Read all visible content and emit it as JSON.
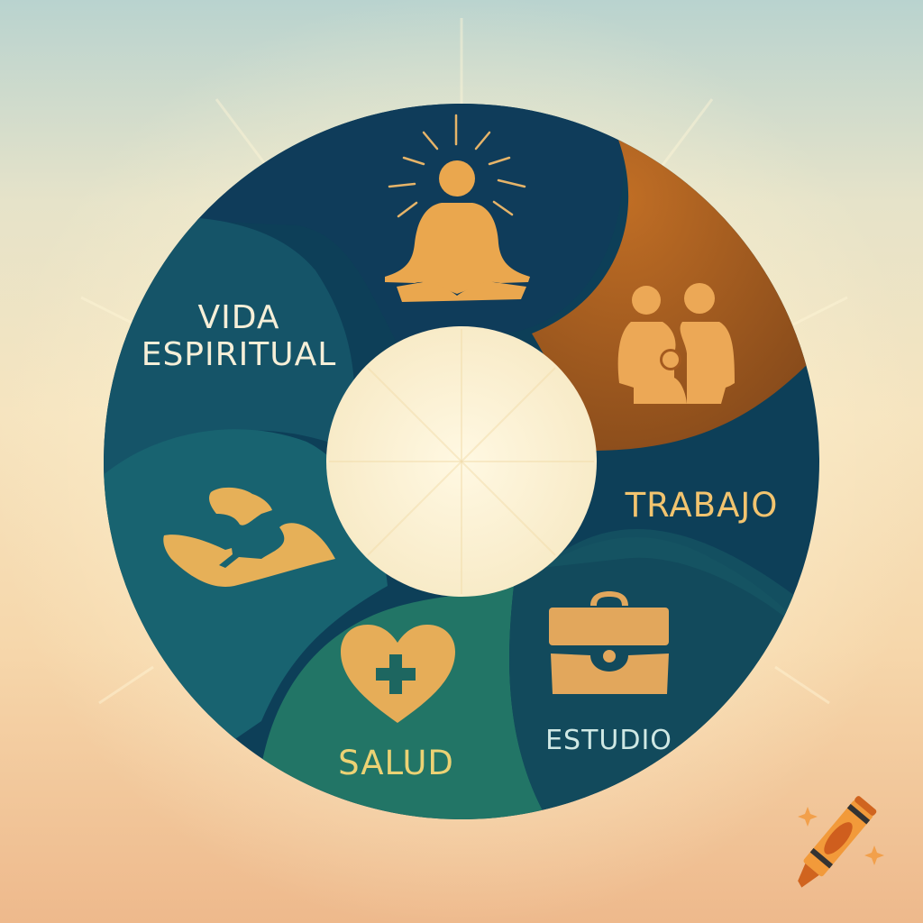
{
  "diagram": {
    "type": "ring-segments",
    "title": "",
    "segments": [
      {
        "id": "vida-espiritual",
        "label_line1": "VIDA",
        "label_line2": "ESPIRITUAL",
        "icon": "meditation-icon",
        "color": "#0f3f5c"
      },
      {
        "id": "familia",
        "label": "",
        "icon": "family-icon",
        "color": "#a45a1f"
      },
      {
        "id": "trabajo",
        "label": "TRABAJO",
        "icon": "",
        "color": "#0d4158"
      },
      {
        "id": "estudio",
        "label": "ESTUDIO",
        "icon": "briefcase-icon",
        "color": "#11475a"
      },
      {
        "id": "salud",
        "label": "SALUD",
        "icon": "heart-plus-icon",
        "color": "#1f7468"
      },
      {
        "id": "cuidado",
        "label": "",
        "icon": "caring-hands-icon",
        "color": "#17606a"
      }
    ]
  },
  "colors": {
    "icon_fill": "#e9a94f",
    "center_fill": "#fbf1d4"
  },
  "watermark": {
    "icon": "crayon-icon"
  }
}
